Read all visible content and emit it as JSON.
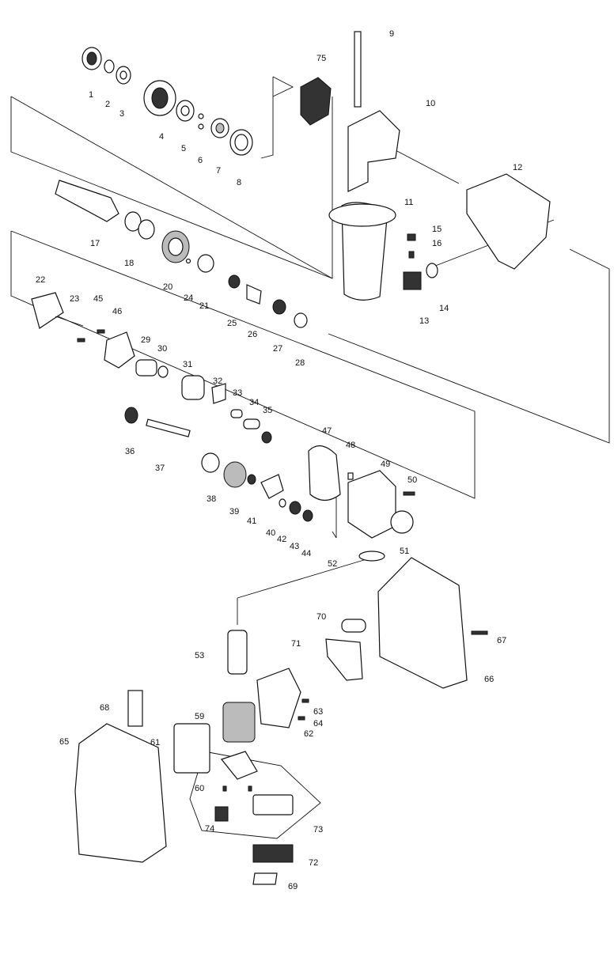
{
  "diagram": {
    "labels": [
      "1",
      "2",
      "3",
      "4",
      "5",
      "6",
      "7",
      "8",
      "9",
      "10",
      "11",
      "12",
      "13",
      "14",
      "15",
      "16",
      "17",
      "18",
      "20",
      "21",
      "22",
      "23",
      "24",
      "25",
      "26",
      "27",
      "28",
      "29",
      "30",
      "31",
      "32",
      "33",
      "34",
      "35",
      "36",
      "37",
      "38",
      "39",
      "40",
      "41",
      "42",
      "43",
      "44",
      "45",
      "46",
      "47",
      "48",
      "49",
      "50",
      "51",
      "52",
      "53",
      "59",
      "60",
      "61",
      "62",
      "63",
      "64",
      "65",
      "66",
      "67",
      "68",
      "69",
      "70",
      "71",
      "72",
      "73",
      "74",
      "75"
    ]
  },
  "colors": {
    "ink": "#111111",
    "paper": "#ffffff"
  },
  "icons": [
    "exploded-view-part"
  ]
}
